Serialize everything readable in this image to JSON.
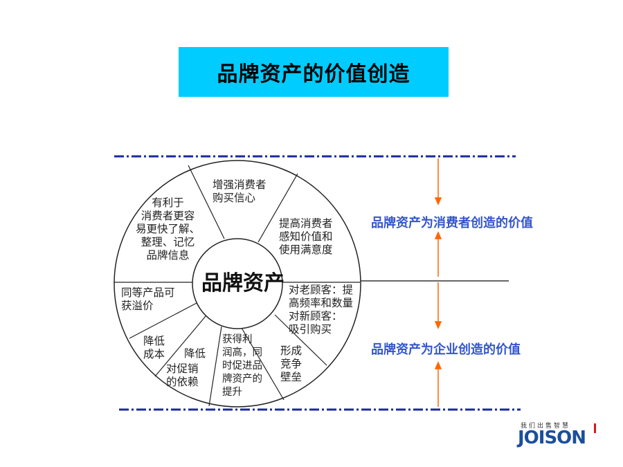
{
  "title": "品牌资产的价值创造",
  "center": "品牌资产",
  "segments": [
    {
      "id": "s1",
      "lines": [
        "增强消费者",
        "购买信心"
      ]
    },
    {
      "id": "s2",
      "lines": [
        "提高消费者",
        "感知价值和",
        "使用满意度"
      ]
    },
    {
      "id": "s3",
      "lines": [
        "对老顾客：提",
        "高频率和数量",
        "对新顾客：",
        "吸引购买"
      ]
    },
    {
      "id": "s4",
      "lines": [
        "形成",
        "竞争",
        "壁垒"
      ]
    },
    {
      "id": "s5",
      "lines": [
        "获得利",
        "润高，同",
        "时促进品",
        "牌资产的",
        "提升"
      ]
    },
    {
      "id": "s6a",
      "lines": [
        "降低"
      ]
    },
    {
      "id": "s6b",
      "lines": [
        "对促销",
        "的依赖"
      ]
    },
    {
      "id": "s7",
      "lines": [
        "降低",
        "成本"
      ]
    },
    {
      "id": "s8",
      "lines": [
        "同等产品可",
        "获溢价"
      ]
    },
    {
      "id": "s9",
      "lines": [
        "有利于",
        "消费者更容",
        "易更快了解、",
        "整理、记忆",
        "品牌信息"
      ]
    }
  ],
  "side_labels": {
    "consumer": "品牌资产为消费者创造的价值",
    "enterprise": "品牌资产为企业创造的价值"
  },
  "logo": {
    "tagline": "我们出售智慧",
    "wordmark": "JOISON"
  },
  "colors": {
    "title_bg": "#00ccff",
    "dash_line": "#1a2a9a",
    "arrow": "#ff6600",
    "side_label": "#3355cc"
  }
}
